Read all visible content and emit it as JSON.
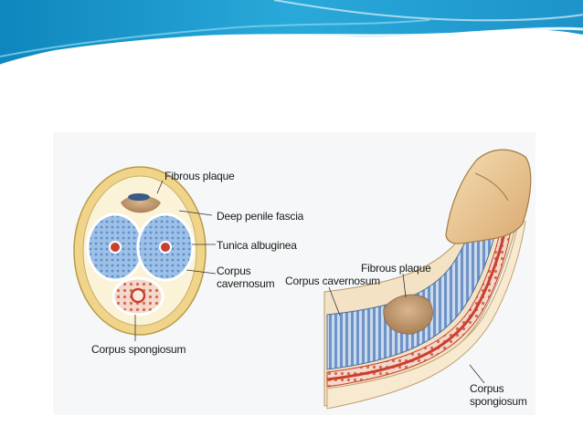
{
  "labels": {
    "cross_section": {
      "fibrous_plaque": "Fibrous plaque",
      "deep_penile_fascia": "Deep penile fascia",
      "tunica_albuginea": "Tunica albuginea",
      "corpus_cavernosum_line1": "Corpus",
      "corpus_cavernosum_line2": "cavernosum",
      "corpus_spongiosum": "Corpus spongiosum"
    },
    "side_view": {
      "fibrous_plaque": "Fibrous plaque",
      "corpus_cavernosum": "Corpus cavernosum",
      "corpus_spongiosum_line1": "Corpus",
      "corpus_spongiosum_line2": "spongiosum"
    }
  },
  "colors": {
    "header_blue": "#1a9bd0",
    "header_light": "#5cc6ea",
    "fascia_yellow": "#f0d48a",
    "tunica_cream": "#fbf3d8",
    "erectile_blue": "#7aa6d8",
    "spongiosum_red": "#d85a45",
    "plaque_tan": "#c9a37a",
    "skin_tan": "#e8c99a"
  }
}
